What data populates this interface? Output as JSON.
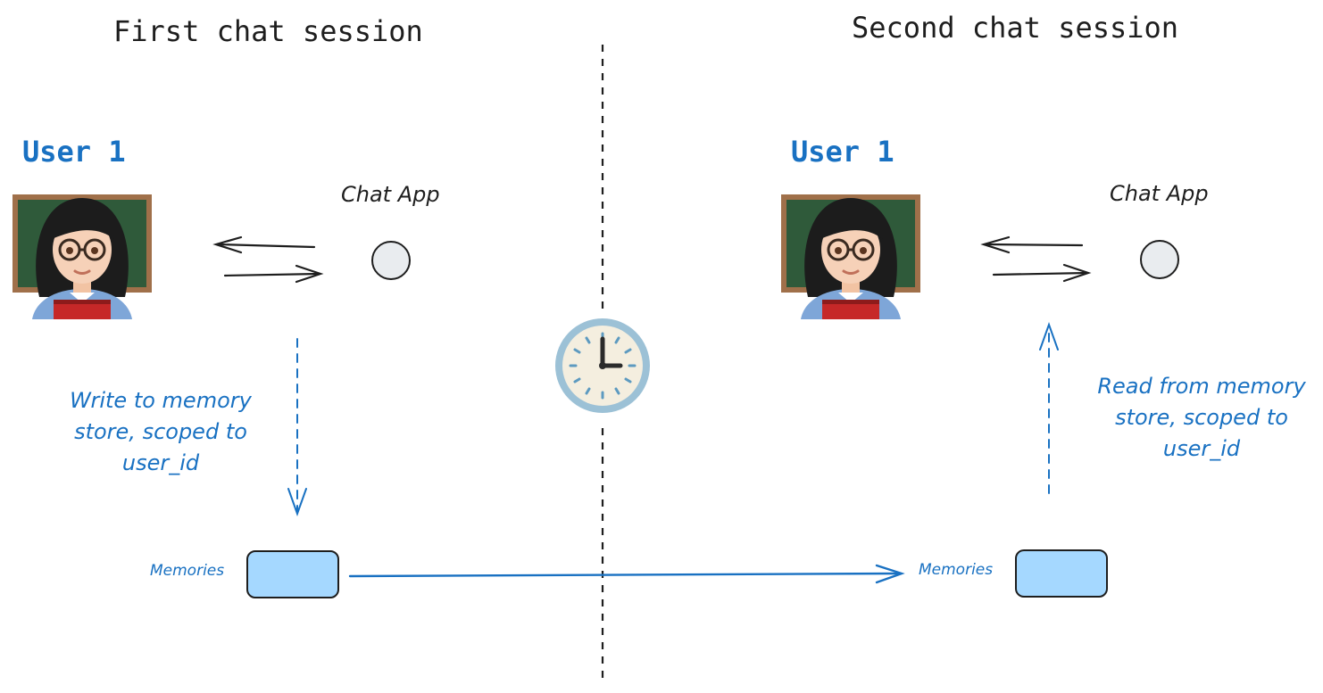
{
  "colors": {
    "ink": "#1e1e1e",
    "accent": "#1971c2",
    "memory_fill": "#a5d8ff",
    "node_fill": "#e9ecef"
  },
  "left": {
    "title": "First chat session",
    "user_label": "User 1",
    "app_label": "Chat App",
    "note": "Write to memory store, scoped to user_id",
    "memory_label": "Memories"
  },
  "right": {
    "title": "Second chat session",
    "user_label": "User 1",
    "app_label": "Chat App",
    "note": "Read from memory store, scoped to user_id",
    "memory_label": "Memories"
  },
  "icons": {
    "user_avatar": "teacher-emoji-icon",
    "divider_clock": "three-oclock-icon"
  }
}
